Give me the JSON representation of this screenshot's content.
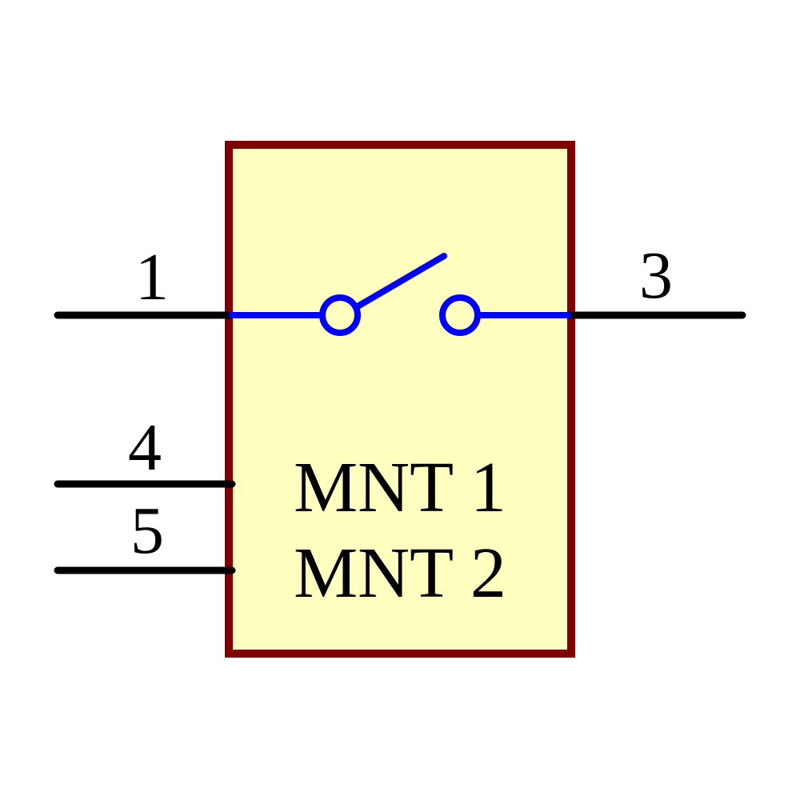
{
  "colors": {
    "body_fill": "#ffffc0",
    "body_border": "#800000",
    "pin_color": "#000000",
    "switch_color": "#0000ff"
  },
  "pins": {
    "pin1": "1",
    "pin3": "3",
    "pin4": "4",
    "pin5": "5"
  },
  "labels": {
    "mnt1": "MNT 1",
    "mnt2": "MNT 2"
  }
}
